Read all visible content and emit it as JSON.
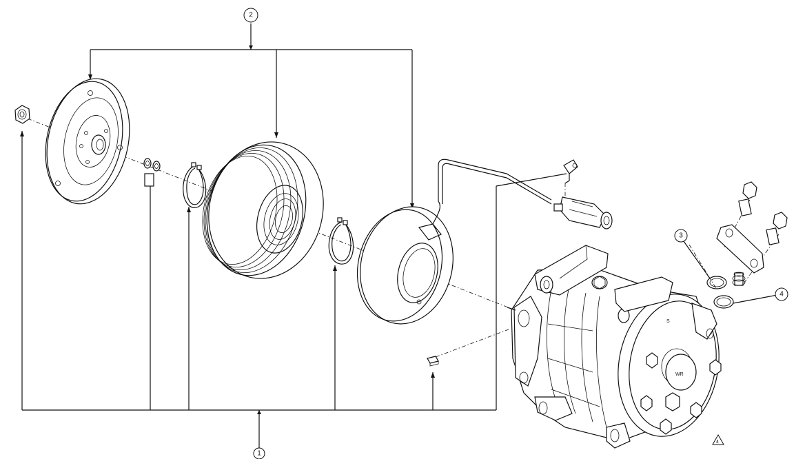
{
  "callouts": {
    "c1": "1",
    "c2": "2",
    "c3": "3",
    "c4": "4",
    "note": "4"
  },
  "compressor": {
    "logo": "WR",
    "mark": "S"
  },
  "colors": {
    "line": "#111111",
    "background": "#ffffff"
  }
}
